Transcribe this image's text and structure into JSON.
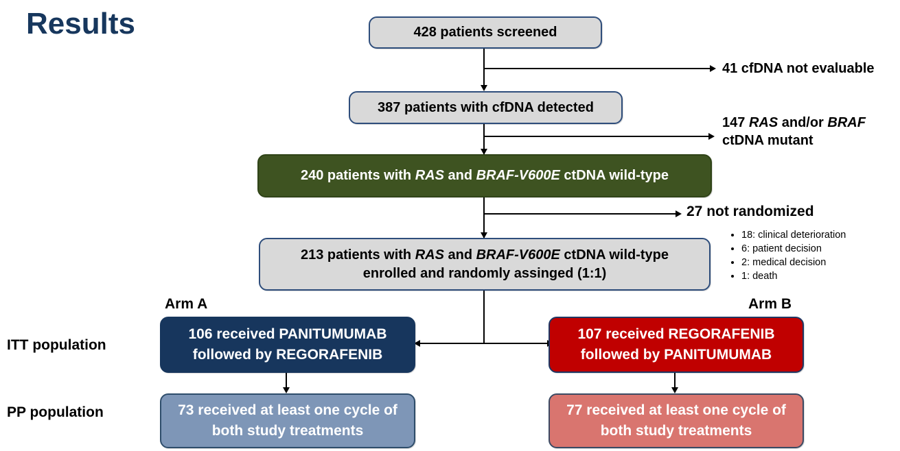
{
  "page": {
    "title": "Results"
  },
  "boxes": {
    "screened": {
      "label": "428 patients screened"
    },
    "detected": {
      "label": "387 patients with cfDNA detected"
    },
    "wildtype": {
      "rich": [
        {
          "t": "240 patients with "
        },
        {
          "t": "RAS",
          "i": true
        },
        {
          "t": " and "
        },
        {
          "t": "BRAF-V600E",
          "i": true
        },
        {
          "t": " ctDNA wild-type"
        }
      ]
    },
    "randomized": {
      "rich_line1": [
        {
          "t": "213 patients with "
        },
        {
          "t": "RAS",
          "i": true
        },
        {
          "t": " and "
        },
        {
          "t": "BRAF-V600E",
          "i": true
        },
        {
          "t": " ctDNA wild-type"
        }
      ],
      "line2": "enrolled and randomly assinged (1:1)"
    },
    "arm_a": {
      "line1": "106 received PANITUMUMAB",
      "line2": "followed by REGORAFENIB"
    },
    "arm_b": {
      "line1": "107 received REGORAFENIB",
      "line2": "followed by PANITUMUMAB"
    },
    "pp_a": {
      "line1": "73 received at least one cycle of",
      "line2": "both study treatments"
    },
    "pp_b": {
      "line1": "77 received at least one cycle of",
      "line2": "both study treatments"
    }
  },
  "branches": {
    "not_evaluable": {
      "label": "41 cfDNA not evaluable"
    },
    "mutant": {
      "rich_line1": [
        {
          "t": "147 "
        },
        {
          "t": "RAS",
          "i": true
        },
        {
          "t": " and/or "
        },
        {
          "t": "BRAF",
          "i": true
        }
      ],
      "line2": "ctDNA mutant"
    },
    "not_randomized": {
      "label": "27 not randomized",
      "reasons": [
        "18: clinical deterioration",
        "6: patient decision",
        "2: medical decision",
        "1: death"
      ]
    }
  },
  "labels": {
    "arm_a": "Arm A",
    "arm_b": "Arm B",
    "itt": "ITT population",
    "pp": "PP population"
  },
  "colors": {
    "title_navy": "#17375d",
    "box_gray": "#d9d9d9",
    "box_green": "#3e5321",
    "box_navy": "#17365d",
    "box_red": "#c00000",
    "box_slate": "#7e96b7",
    "box_salmon": "#d9756f",
    "border_navy": "#1f3864",
    "line_black": "#000000"
  }
}
